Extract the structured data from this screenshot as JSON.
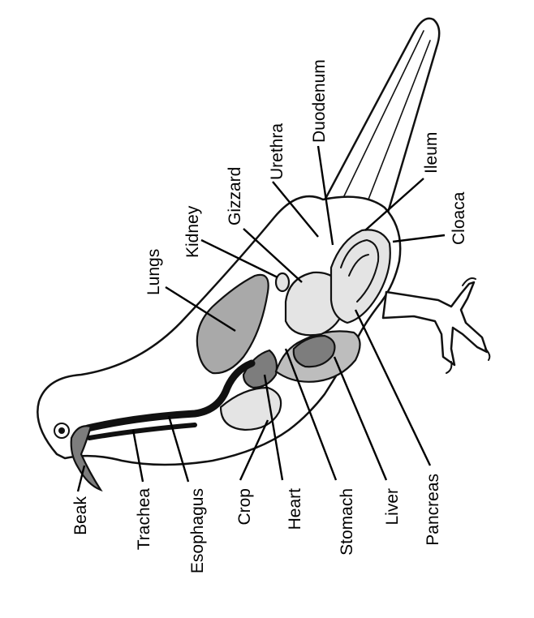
{
  "diagram": {
    "labels": {
      "beak": "Beak",
      "trachea": "Trachea",
      "esophagus": "Esophagus",
      "crop": "Crop",
      "heart": "Heart",
      "stomach": "Stomach",
      "liver": "Liver",
      "pancreas": "Pancreas",
      "lungs": "Lungs",
      "kidney": "Kidney",
      "gizzard": "Gizzard",
      "urethra": "Urethra",
      "duodenum": "Duodenum",
      "ileum": "Ileum",
      "cloaca": "Cloaca"
    }
  }
}
